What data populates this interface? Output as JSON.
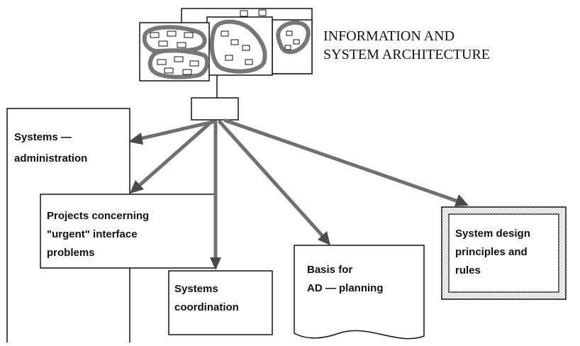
{
  "title": {
    "line1": "INFORMATION AND",
    "line2": "SYSTEM ARCHITECTURE"
  },
  "boxes": {
    "systems_administration": {
      "line1": "Systems —",
      "line2": "administration"
    },
    "urgent_projects": {
      "line1": "Projects concerning",
      "line2": "\"urgent\" interface",
      "line3": "problems"
    },
    "systems_coordination": {
      "line1": "Systems",
      "line2": "coordination"
    },
    "ad_planning": {
      "line1": "Basis for",
      "line2": "AD — planning"
    },
    "design_principles": {
      "line1": "System design",
      "line2": "principles and",
      "line3": "rules"
    }
  },
  "colors": {
    "arrow": "#6f6f6f",
    "arrowhead": "#4a4a4a",
    "outline": "#111111",
    "blob": "#7a7a7a",
    "stipple": "#9a9a9a"
  }
}
